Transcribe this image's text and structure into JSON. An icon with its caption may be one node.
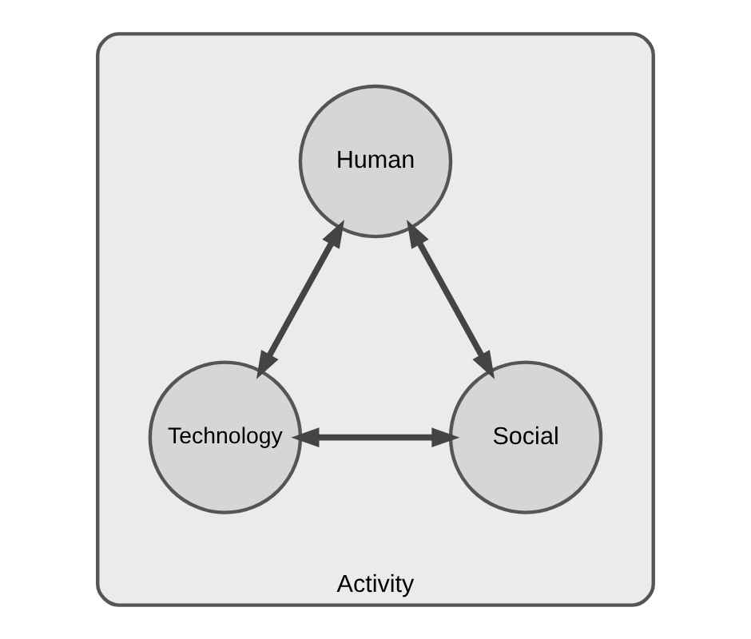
{
  "diagram": {
    "nodes": [
      {
        "text": [
          "Activity"
        ]
      },
      {
        "text": [
          "Human"
        ],
        "in": 0
      },
      {
        "text": [
          "Technology"
        ],
        "in": 0
      },
      {
        "text": [
          "Social"
        ],
        "in": 0
      }
    ],
    "edges": [
      {
        "from": 1,
        "to": 2,
        "arrow": "both"
      },
      {
        "from": 1,
        "to": 3,
        "arrow": "both"
      },
      {
        "from": 2,
        "to": 3,
        "arrow": "both"
      }
    ]
  }
}
